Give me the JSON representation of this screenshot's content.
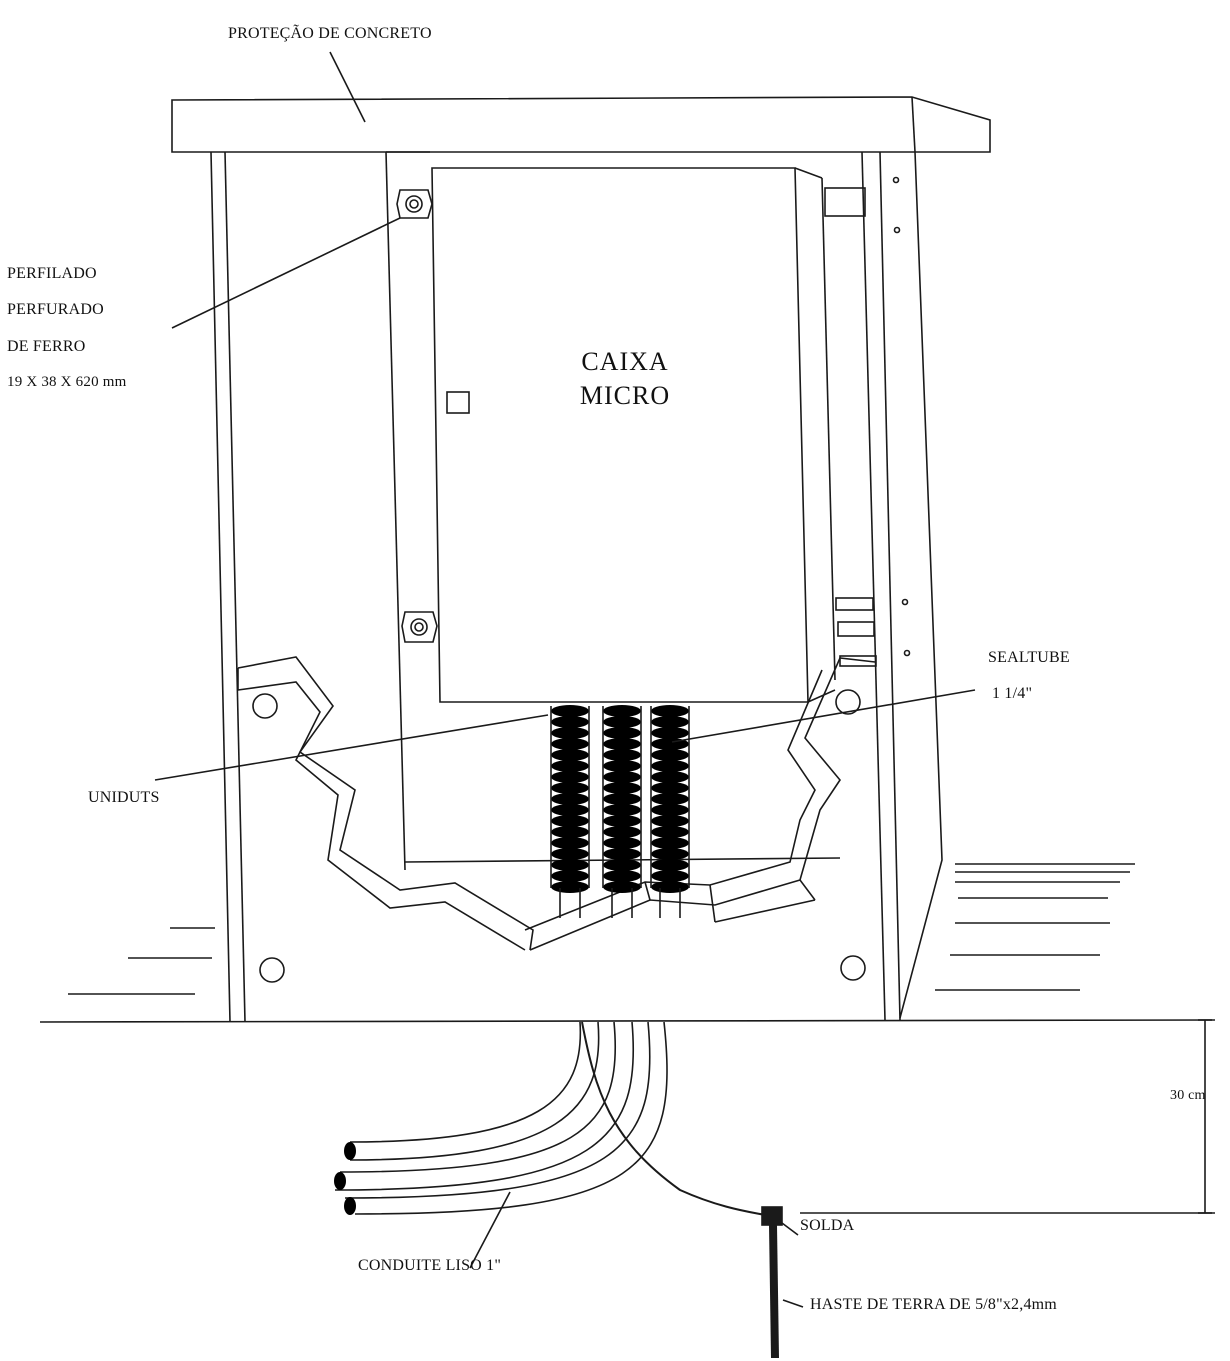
{
  "labels": {
    "concrete_protection": "PROTEÇÃO DE CONCRETO",
    "perforated_profile": [
      "PERFILADO",
      "PERFURADO",
      "DE FERRO",
      "19 X 38 X 620 mm"
    ],
    "box": [
      "CAIXA",
      "MICRO"
    ],
    "sealtube": [
      "SEALTUBE",
      "1 1/4\""
    ],
    "uniduts": "UNIDUTS",
    "depth": "30 cm",
    "weld": "SOLDA",
    "conduit": "CONDUITE LISO 1\"",
    "ground_rod": "HASTE DE TERRA DE 5/8\"x2,4mm"
  }
}
